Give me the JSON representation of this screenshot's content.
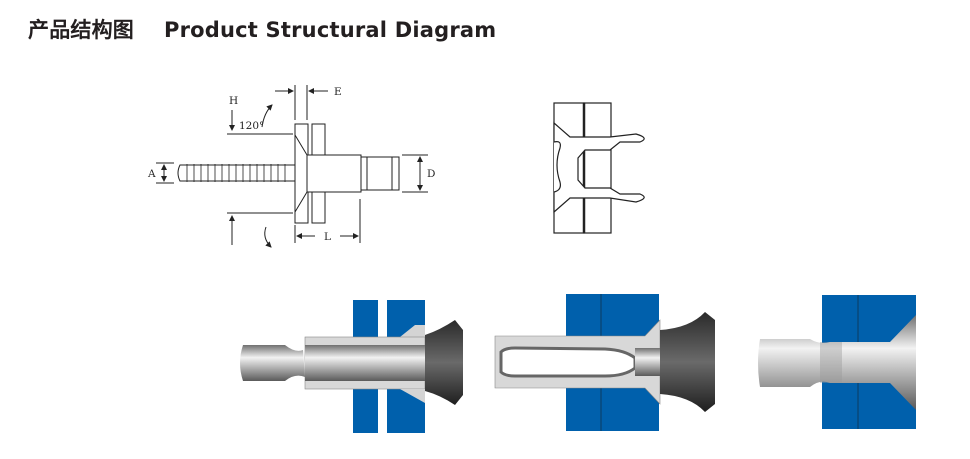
{
  "header": {
    "title_cn": "产品结构图",
    "title_en": "Product Structural Diagram"
  },
  "dimension_drawing": {
    "labels": {
      "A": "A",
      "D": "D",
      "E": "E",
      "H": "H",
      "L": "L",
      "angle": "120°"
    }
  },
  "colors": {
    "workpiece_blue": "#0060ac",
    "line": "#222222",
    "steel_light": "#d9d9d9",
    "steel_dark": "#3a3a3a"
  }
}
